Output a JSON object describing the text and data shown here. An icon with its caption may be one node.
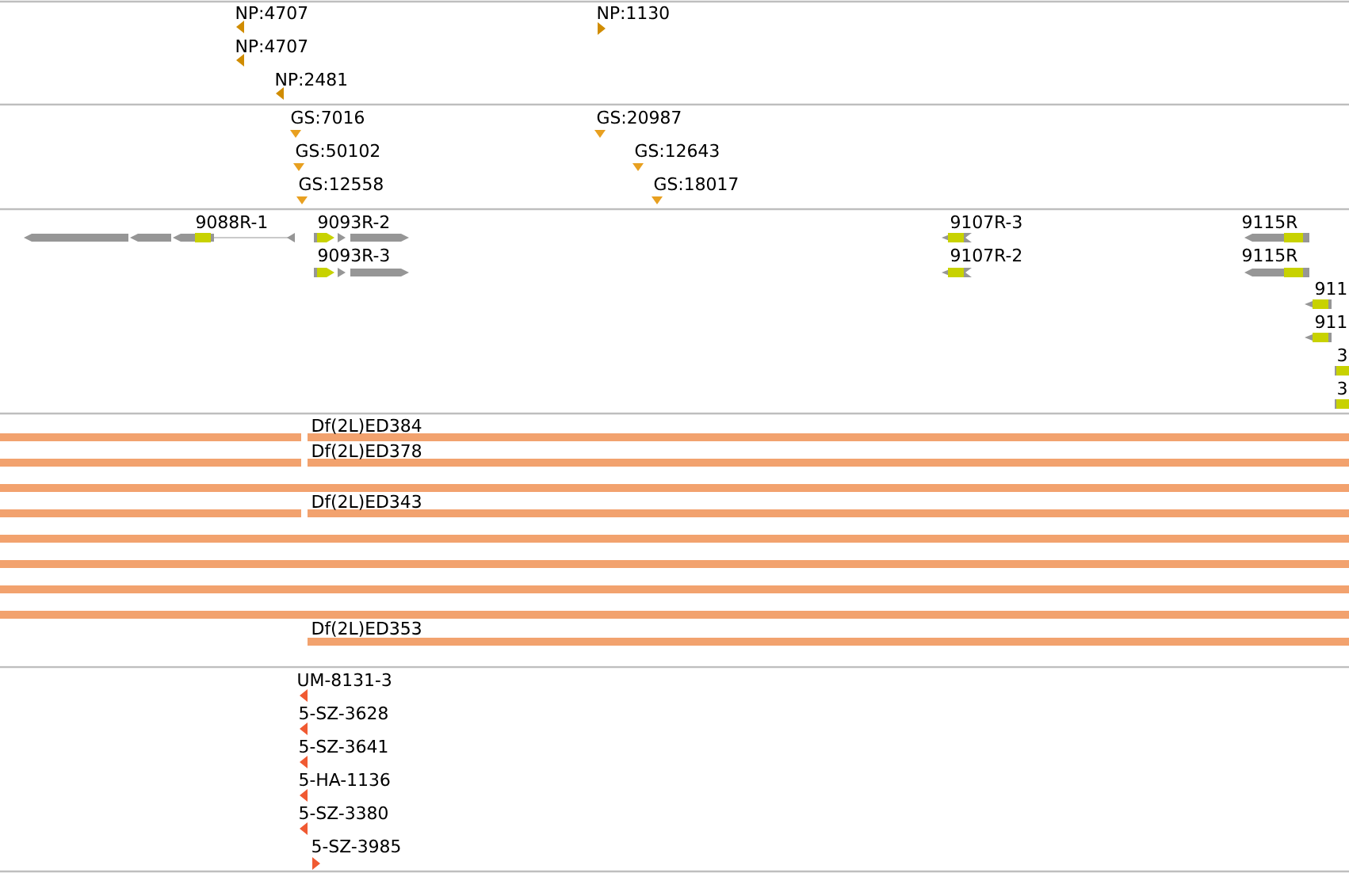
{
  "diagram": {
    "labels": [
      "NP:4707",
      "NP:1130",
      "NP:4707",
      "NP:2481",
      "GS:7016",
      "GS:20987",
      "GS:50102",
      "GS:12643",
      "GS:12558",
      "GS:18017",
      "9088R-1",
      "9093R-2",
      "9107R-3",
      "9115R",
      "9093R-3",
      "9107R-2",
      "9115R",
      "911",
      "911",
      "3",
      "3",
      "Df(2L)ED384",
      "Df(2L)ED378",
      "Df(2L)ED343",
      "Df(2L)ED353",
      "UM-8131-3",
      "5-SZ-3628",
      "5-SZ-3641",
      "5-HA-1136",
      "5-SZ-3380",
      "5-SZ-3985"
    ]
  }
}
